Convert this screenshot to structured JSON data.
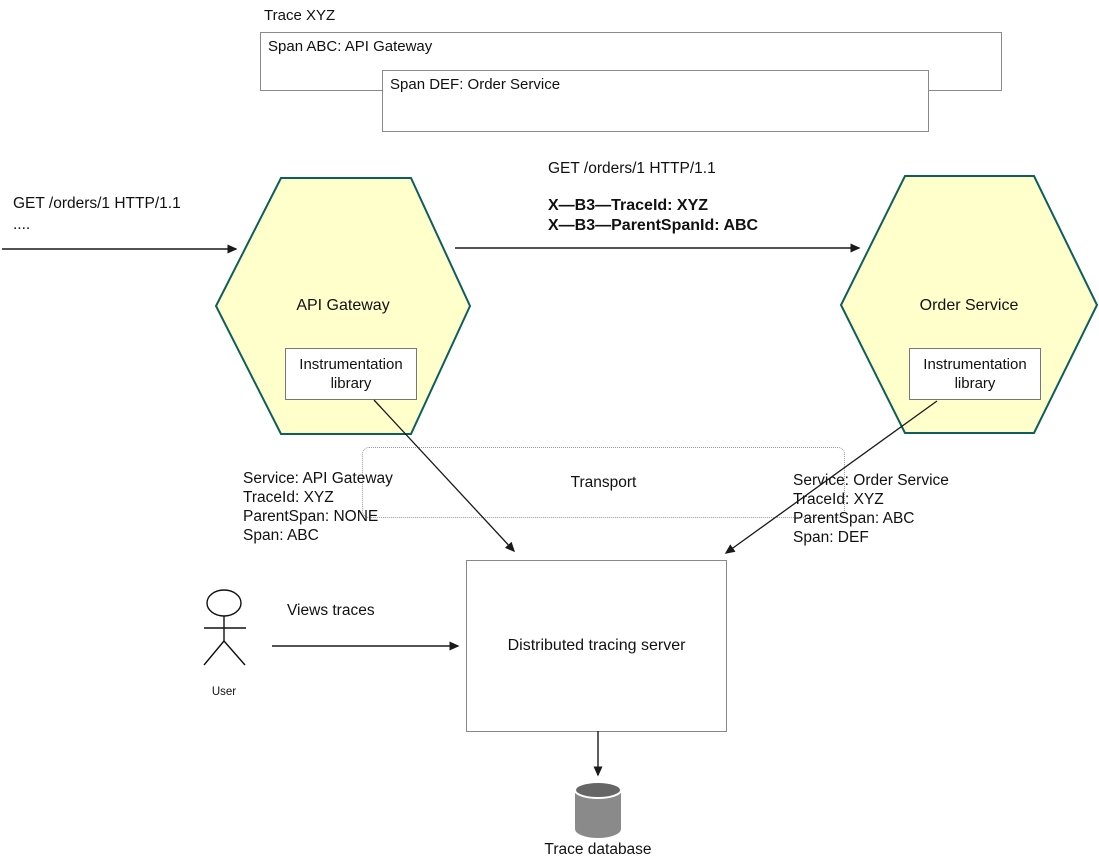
{
  "colors": {
    "hexagon_fill": "#FFFFCC",
    "hexagon_border": "#0E5E5E",
    "box_border": "#8a8a8a",
    "db_body": "#8a8a8a",
    "db_top": "#666666",
    "arrow": "#1a1a1a"
  },
  "trace_panel": {
    "title": "Trace XYZ",
    "span_abc": "Span ABC: API Gateway",
    "span_def": "Span DEF: Order Service"
  },
  "inbound_request": {
    "line1": "GET /orders/1 HTTP/1.1",
    "line2": "...."
  },
  "outbound_request": {
    "line1": "GET /orders/1 HTTP/1.1",
    "header1": "X—B3—TraceId: XYZ",
    "header2": "X—B3—ParentSpanId: ABC"
  },
  "api_gateway": {
    "label": "API Gateway",
    "instrumentation_label": "Instrumentation library",
    "context": {
      "lines": [
        "Service: API Gateway",
        "TraceId: XYZ",
        "ParentSpan: NONE",
        "Span: ABC"
      ]
    }
  },
  "order_service": {
    "label": "Order Service",
    "instrumentation_label": "Instrumentation library",
    "context": {
      "lines": [
        "Service: Order Service",
        "TraceId: XYZ",
        "ParentSpan: ABC",
        "Span: DEF"
      ]
    }
  },
  "transport": {
    "label": "Transport"
  },
  "tracing_server": {
    "label": "Distributed tracing server"
  },
  "user": {
    "label": "User",
    "action": "Views traces"
  },
  "database": {
    "label": "Trace database"
  }
}
